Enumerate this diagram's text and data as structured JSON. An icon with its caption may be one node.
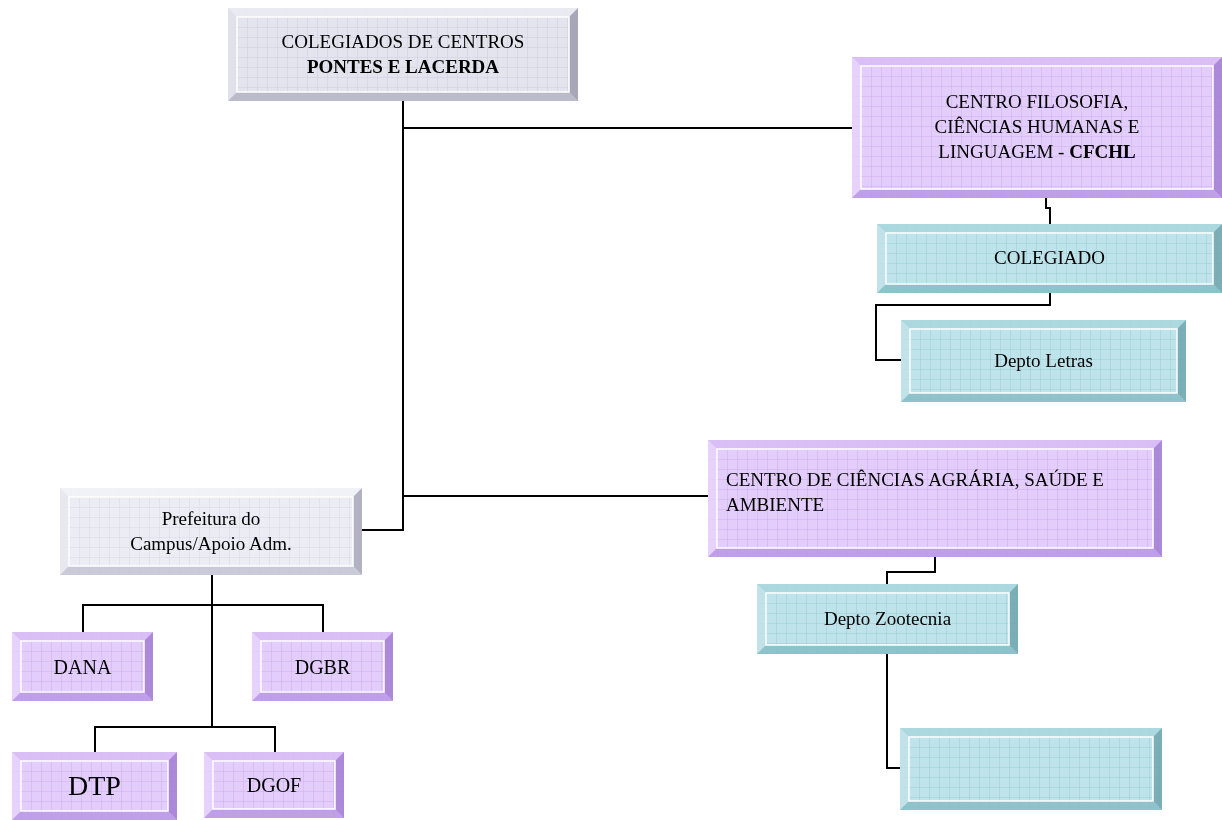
{
  "diagram": {
    "nodes": [
      {
        "text": [
          "COLEGIADOS DE CENTROS **PONTES E LACERDA**"
        ]
      },
      {
        "text": [
          "CENTRO FILOSOFIA, CIÊNCIAS HUMANAS E LINGUAGEM - **CFCHL**"
        ]
      },
      {
        "text": [
          "COLEGIADO"
        ]
      },
      {
        "text": [
          "Depto Letras"
        ]
      },
      {
        "text": [
          "CENTRO DE CIÊNCIAS AGRÁRIA, SAÚDE E AMBIENTE"
        ]
      },
      {
        "text": [
          "Prefeitura do Campus/Apoio Adm."
        ]
      },
      {
        "text": [
          "DANA"
        ]
      },
      {
        "text": [
          "DGBR"
        ]
      },
      {
        "text": [
          "DTP"
        ]
      },
      {
        "text": [
          "DGOF"
        ]
      },
      {
        "text": [
          "Depto Zootecnia"
        ]
      },
      {
        "text": [],
        "shape": "box"
      }
    ],
    "edges": [
      {
        "from": 0,
        "to": 1,
        "arrow": "none"
      },
      {
        "from": 0,
        "to": 4,
        "arrow": "none"
      },
      {
        "from": 0,
        "to": 5,
        "arrow": "none"
      },
      {
        "from": 1,
        "to": 2,
        "arrow": "none"
      },
      {
        "from": 2,
        "to": 3,
        "arrow": "none"
      },
      {
        "from": 4,
        "to": 10,
        "arrow": "none"
      },
      {
        "from": 10,
        "to": 11,
        "arrow": "none"
      },
      {
        "from": 5,
        "to": 6,
        "arrow": "none"
      },
      {
        "from": 5,
        "to": 7,
        "arrow": "none"
      },
      {
        "from": 5,
        "to": 8,
        "arrow": "none"
      },
      {
        "from": 5,
        "to": 9,
        "arrow": "none"
      }
    ]
  }
}
